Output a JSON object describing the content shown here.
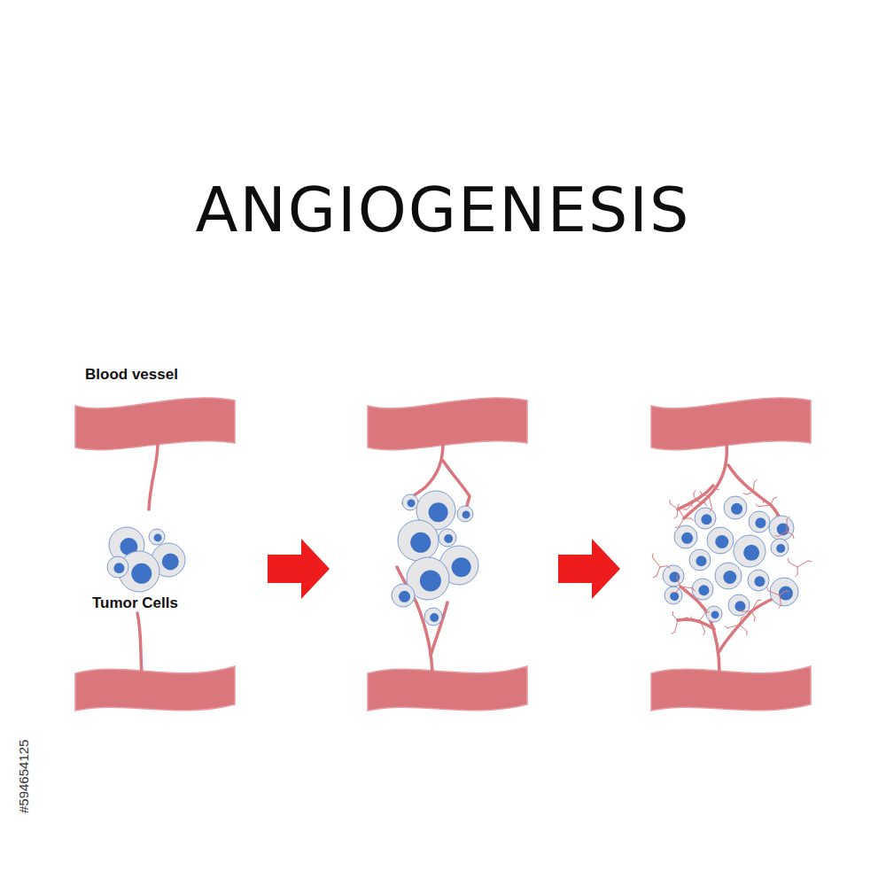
{
  "diagram": {
    "title": "ANGIOGENESIS",
    "labels": [
      "Blood vessel",
      "Tumor Cells",
      "#594654125"
    ]
  }
}
